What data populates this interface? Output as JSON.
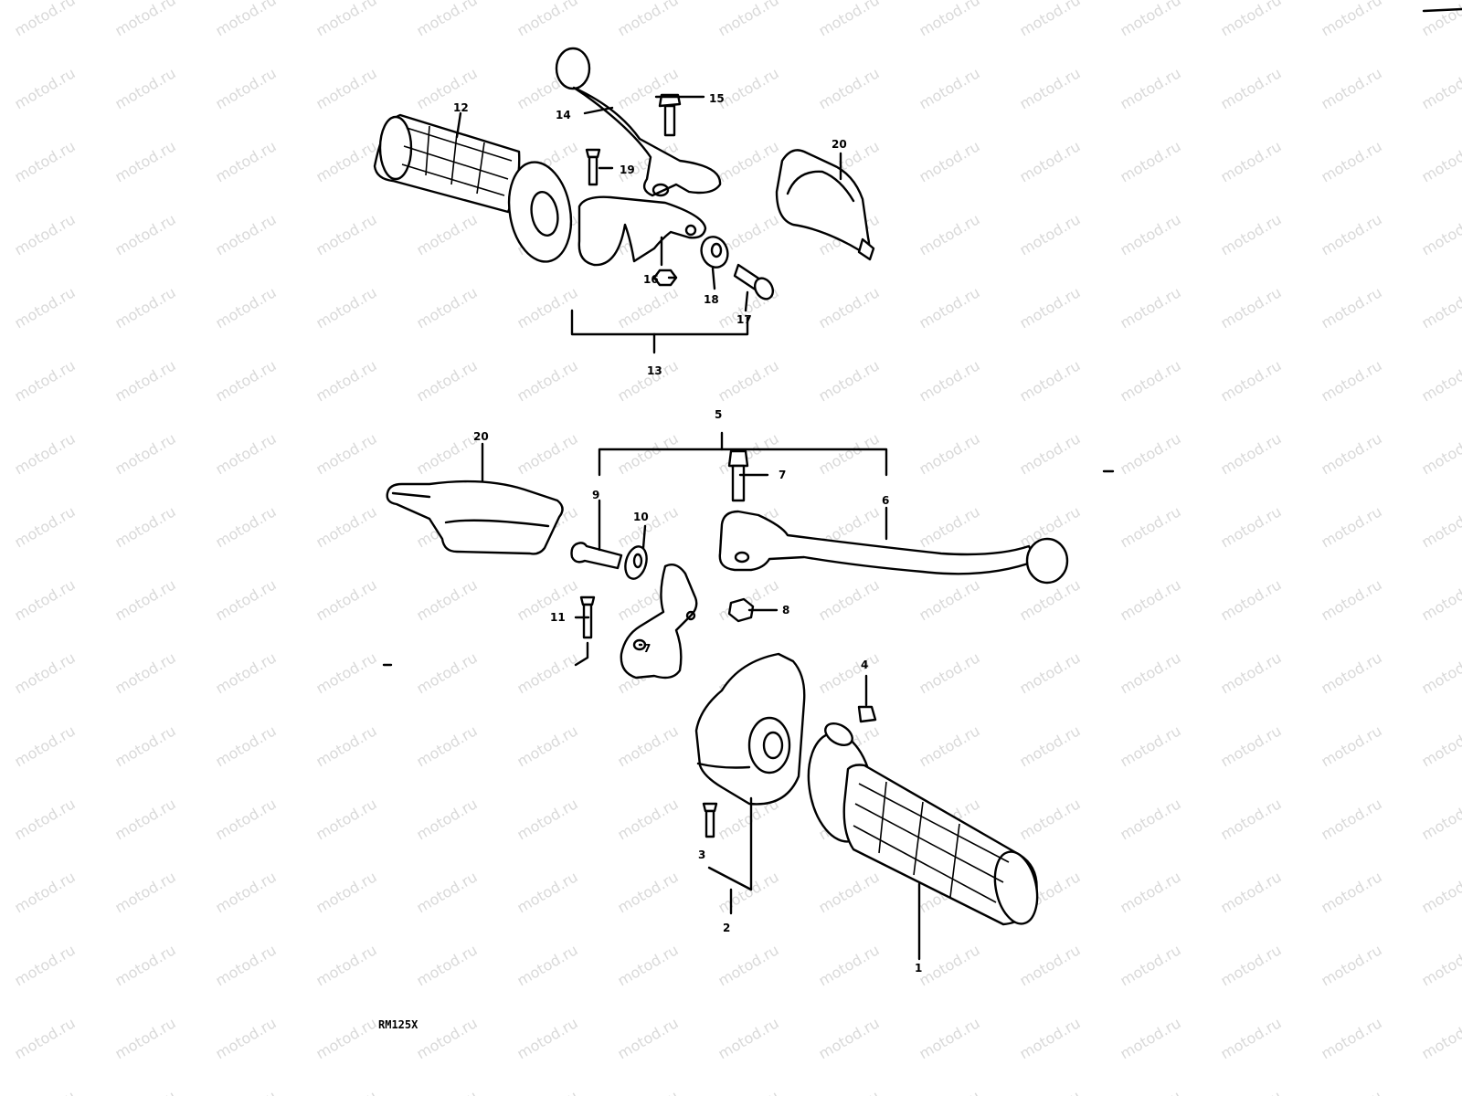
{
  "watermark": {
    "text": "motod.ru",
    "color": "#d9d9d9"
  },
  "model_label": "RM125X",
  "callouts": {
    "c1": "1",
    "c2": "2",
    "c3": "3",
    "c4": "4",
    "c5": "5",
    "c6": "6",
    "c7a": "7",
    "c7b": "7",
    "c8": "8",
    "c9": "9",
    "c10": "10",
    "c11": "11",
    "c12": "12",
    "c13": "13",
    "c14": "14",
    "c15": "15",
    "c16": "16",
    "c17": "17",
    "c18": "18",
    "c19": "19",
    "c20a": "20",
    "c20b": "20"
  }
}
